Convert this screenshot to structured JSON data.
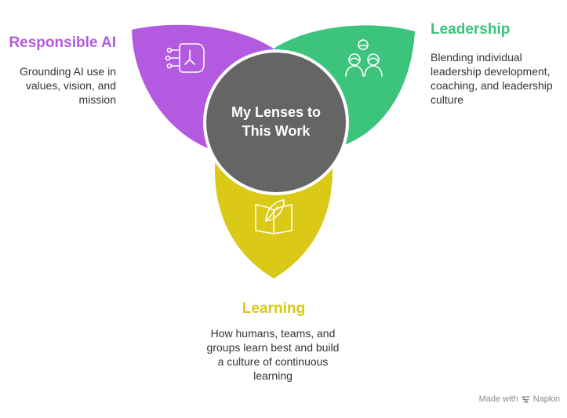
{
  "center": {
    "line1": "My Lenses to",
    "line2": "This Work"
  },
  "lenses": [
    {
      "id": "responsible-ai",
      "title": "Responsible AI",
      "description": "Grounding AI use in values, vision, and mission",
      "color": "#b35ae0",
      "icon": "brain-circuit-icon"
    },
    {
      "id": "leadership",
      "title": "Leadership",
      "description": "Blending individual leadership development, coaching, and leadership culture",
      "color": "#3cc37c",
      "icon": "team-leader-icon"
    },
    {
      "id": "learning",
      "title": "Learning",
      "description": "How humans, teams, and groups learn best and build a culture of continuous learning",
      "color": "#dac916",
      "icon": "leaf-book-icon"
    }
  ],
  "center_color": "#656565",
  "footer": {
    "made_with": "Made with",
    "brand": "Napkin"
  }
}
